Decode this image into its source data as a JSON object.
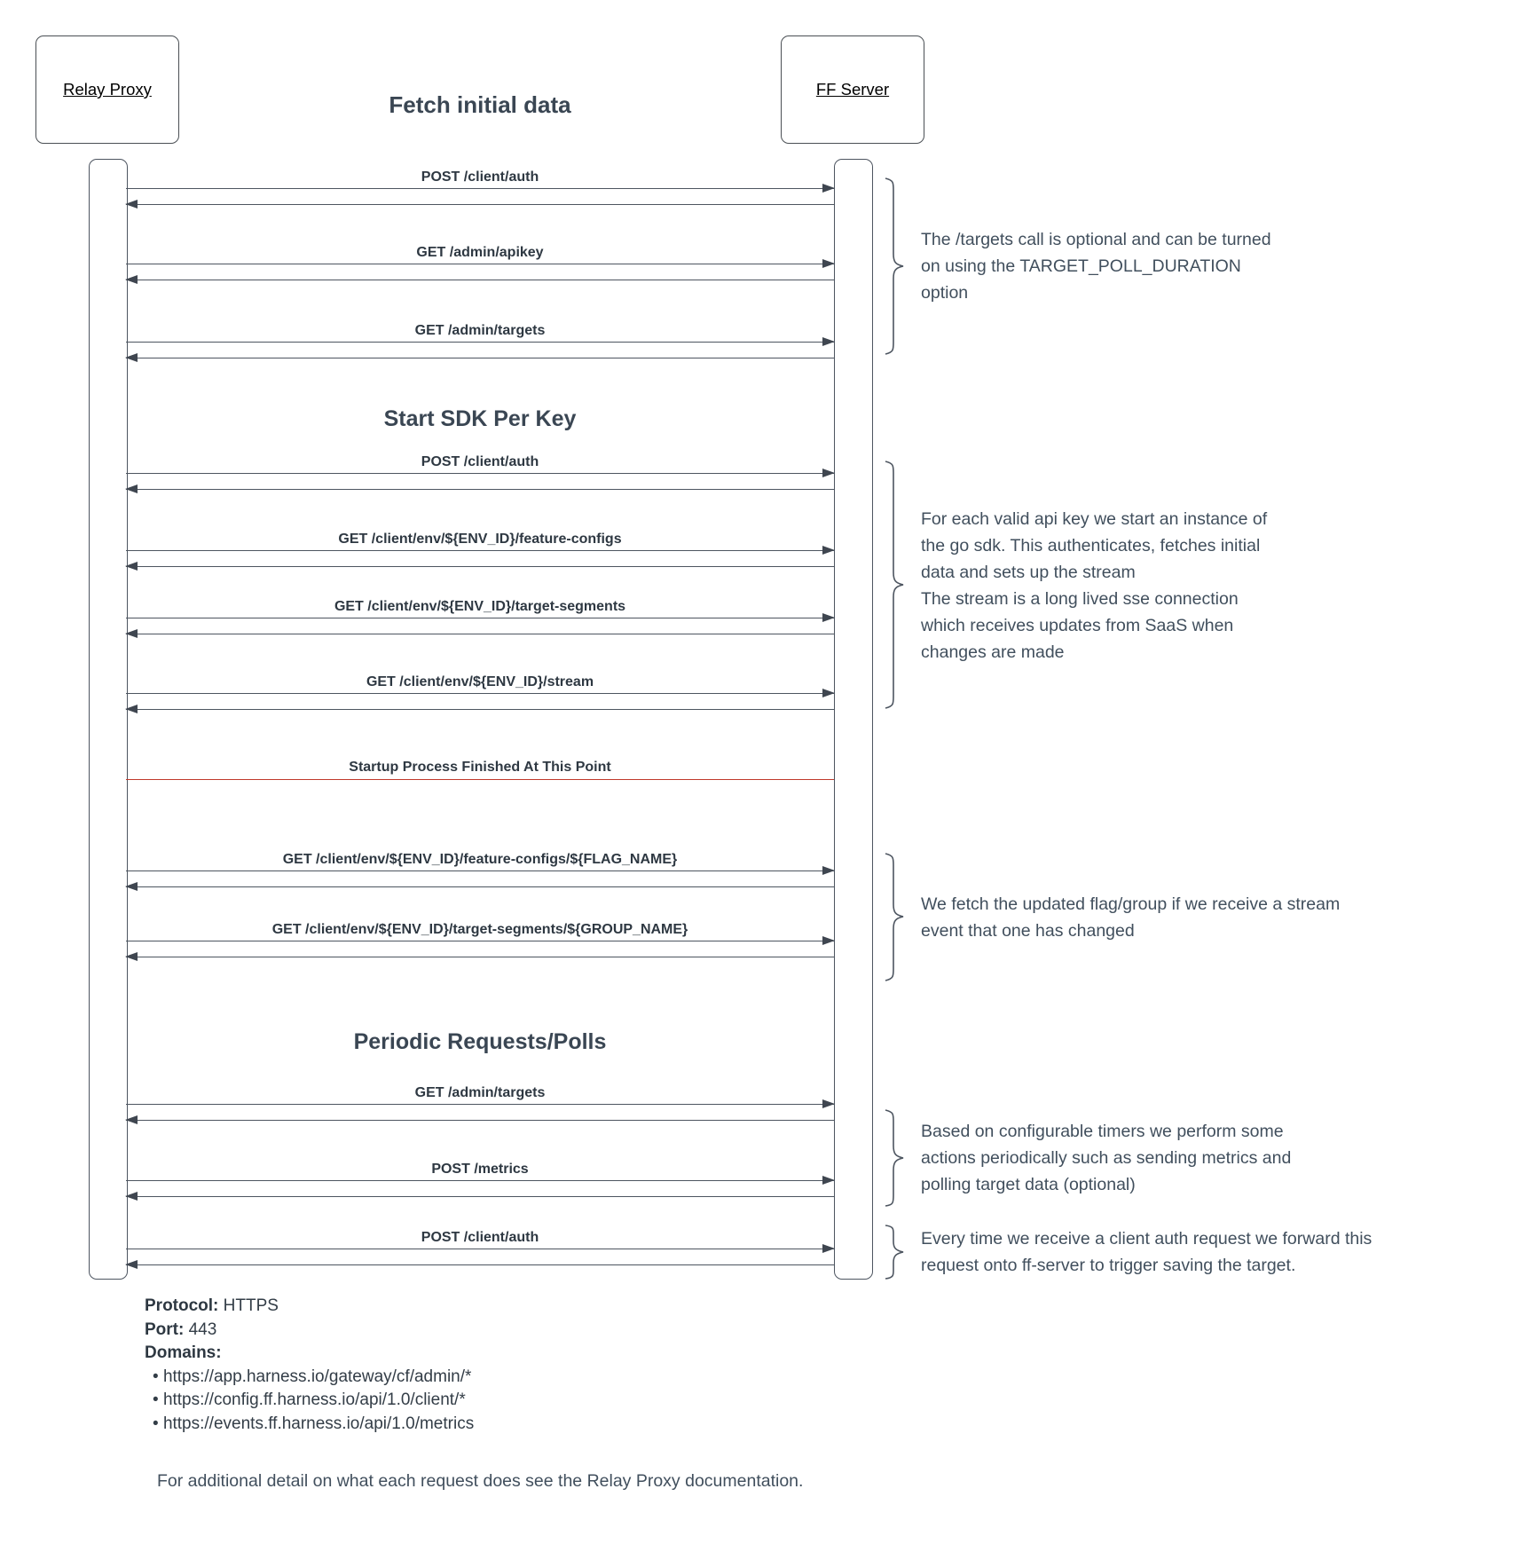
{
  "actors": [
    {
      "label": "Relay Proxy"
    },
    {
      "label": "FF Server"
    }
  ],
  "sections": {
    "fetch_initial": "Fetch initial data",
    "start_sdk": "Start SDK Per Key",
    "periodic": "Periodic Requests/Polls"
  },
  "milestone": "Startup Process Finished At This Point",
  "messages": [
    {
      "label": "POST /client/auth"
    },
    {
      "label": "GET /admin/apikey"
    },
    {
      "label": "GET /admin/targets"
    },
    {
      "label": "POST /client/auth"
    },
    {
      "label": "GET /client/env/${ENV_ID}/feature-configs"
    },
    {
      "label": "GET /client/env/${ENV_ID}/target-segments"
    },
    {
      "label": "GET /client/env/${ENV_ID}/stream"
    },
    {
      "label": "GET /client/env/${ENV_ID}/feature-configs/${FLAG_NAME}"
    },
    {
      "label": "GET /client/env/${ENV_ID}/target-segments/${GROUP_NAME}"
    },
    {
      "label": "GET /admin/targets"
    },
    {
      "label": "POST /metrics"
    },
    {
      "label": "POST /client/auth"
    }
  ],
  "annotations": [
    {
      "text": "The /targets call is optional and can be turned\non using the TARGET_POLL_DURATION\noption"
    },
    {
      "text": "For each valid api key we start an instance of\nthe go sdk. This authenticates, fetches initial\ndata and sets up the stream\nThe stream is a long lived sse connection\nwhich receives updates from SaaS when\nchanges are made"
    },
    {
      "text": "We fetch the updated flag/group if we receive a stream\nevent that one has changed"
    },
    {
      "text": "Based on configurable timers we perform some\nactions periodically such as sending metrics and\npolling target data (optional)"
    },
    {
      "text": "Every time we receive a client auth request we forward this\nrequest onto ff-server to trigger saving the target."
    }
  ],
  "footer": {
    "protocol_label": "Protocol:",
    "protocol_value": "HTTPS",
    "port_label": "Port:",
    "port_value": "443",
    "domains_label": "Domains:",
    "domains": [
      "https://app.harness.io/gateway/cf/admin/*",
      "https://config.ff.harness.io/api/1.0/client/*",
      "https://events.ff.harness.io/api/1.0/metrics"
    ],
    "note": "For additional detail on what each request does see the Relay Proxy documentation."
  },
  "colors": {
    "line": "#4d5560",
    "arrowhead": "#3f4650",
    "label_text": "#2e3842",
    "heading_text": "#3a4653",
    "annotation_text": "#414f5d",
    "milestone_line": "#c0392b",
    "actor_text": "#000000",
    "background": "#ffffff"
  }
}
